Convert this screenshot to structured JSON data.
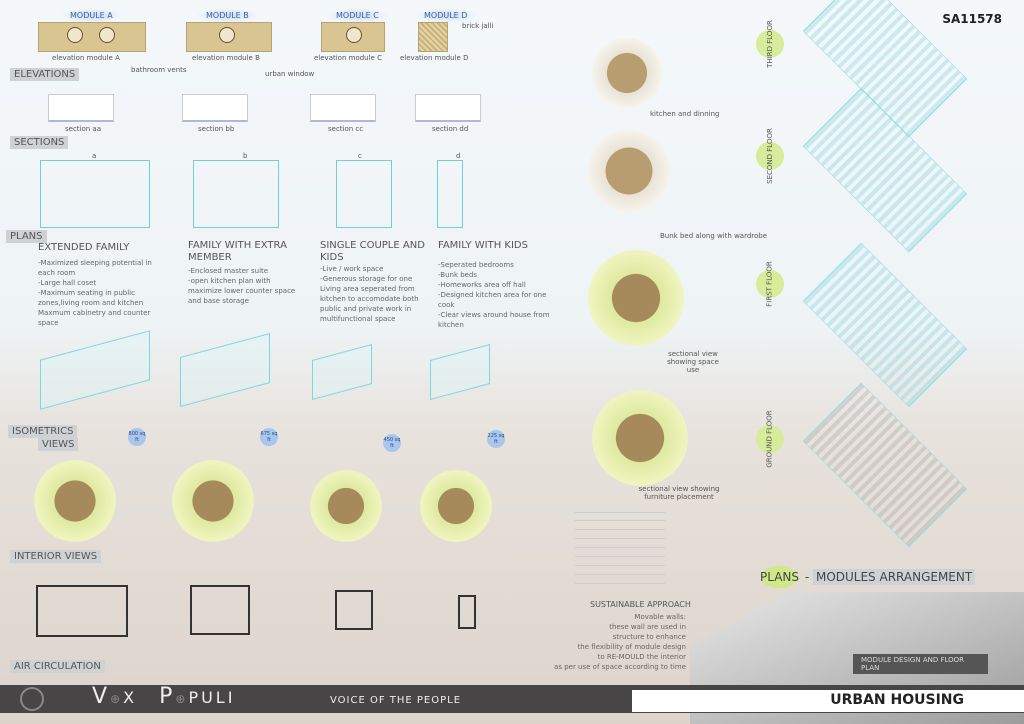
{
  "sheet_id": "SA11578",
  "modules": [
    {
      "name": "MODULE A",
      "elevation": "elevation module A",
      "section": "section aa",
      "cut": "a",
      "title": "EXTENDED FAMILY",
      "desc": [
        "-Maximized sleeping potential in each room",
        "-Large hall coset",
        "-Maximum seating in public zones,living room and kitchen",
        "Maxmum cabinetry and counter space"
      ],
      "area": "800 sq ft"
    },
    {
      "name": "MODULE B",
      "elevation": "elevation module B",
      "section": "section bb",
      "cut": "b",
      "title": "FAMILY WITH EXTRA MEMBER",
      "desc": [
        "-Enclosed master suite",
        "-open kitchen plan with maximize lower counter space and base storage"
      ],
      "area": "675 sq ft"
    },
    {
      "name": "MODULE C",
      "elevation": "elevation module C",
      "section": "section cc",
      "cut": "c",
      "title": "SINGLE COUPLE AND KIDS",
      "desc": [
        "-Live / work space",
        "-Generous storage for one",
        "Living area seperated from kitchen to accomodate both public and private work in multifunctional space"
      ],
      "area": "450 sq ft"
    },
    {
      "name": "MODULE D",
      "elevation": "elevation module D",
      "section": "section dd",
      "cut": "d",
      "title": "FAMILY WITH KIDS",
      "desc": [
        "-Seperated bedrooms",
        "-Bunk beds",
        "-Homeworks area off hall",
        "-Designed kitchen area for one cook",
        "-Clear views around house from kitchen"
      ],
      "area": "225 sq ft"
    }
  ],
  "annotations": {
    "bathroom_vents": "bathroom vents",
    "urban_window": "urban window",
    "brick_jalli": "brick jalli"
  },
  "section_tags": {
    "elevations": "ELEVATIONS",
    "sections": "SECTIONS",
    "plans": "PLANS",
    "isometrics": "ISOMETRICS",
    "views": "VIEWS",
    "interior": "INTERIOR VIEWS",
    "air": "AIR CIRCULATION"
  },
  "interior_captions": [
    "kitchen and dinning",
    "Bunk bed along with wardrobe",
    "sectional view showing space use",
    "sectional view showing furniture placement"
  ],
  "floors": [
    "THIRD FLOOR",
    "SECOND FLOOR",
    "FIRST FLOOR",
    "GROUND FLOOR"
  ],
  "sustainable": {
    "title": "SUSTAINABLE APPROACH",
    "lines": [
      "Movable walls:",
      "these wall are used in",
      "structure to enhance",
      "the flexibility of module design",
      "to RE-MOULD the interior",
      "as per use of space according to time"
    ]
  },
  "plans_heading": {
    "a": "PLANS",
    "sep": " - ",
    "b": "MODULES ARRANGEMENT"
  },
  "module_design_caption": "MODULE DESIGN AND FLOOR PLAN",
  "footer": {
    "brand_a": "V",
    "brand_b": "X",
    "brand_c": "P",
    "brand_d": "PULI",
    "tagline": "VOICE OF THE PEOPLE",
    "project": "URBAN HOUSING"
  }
}
